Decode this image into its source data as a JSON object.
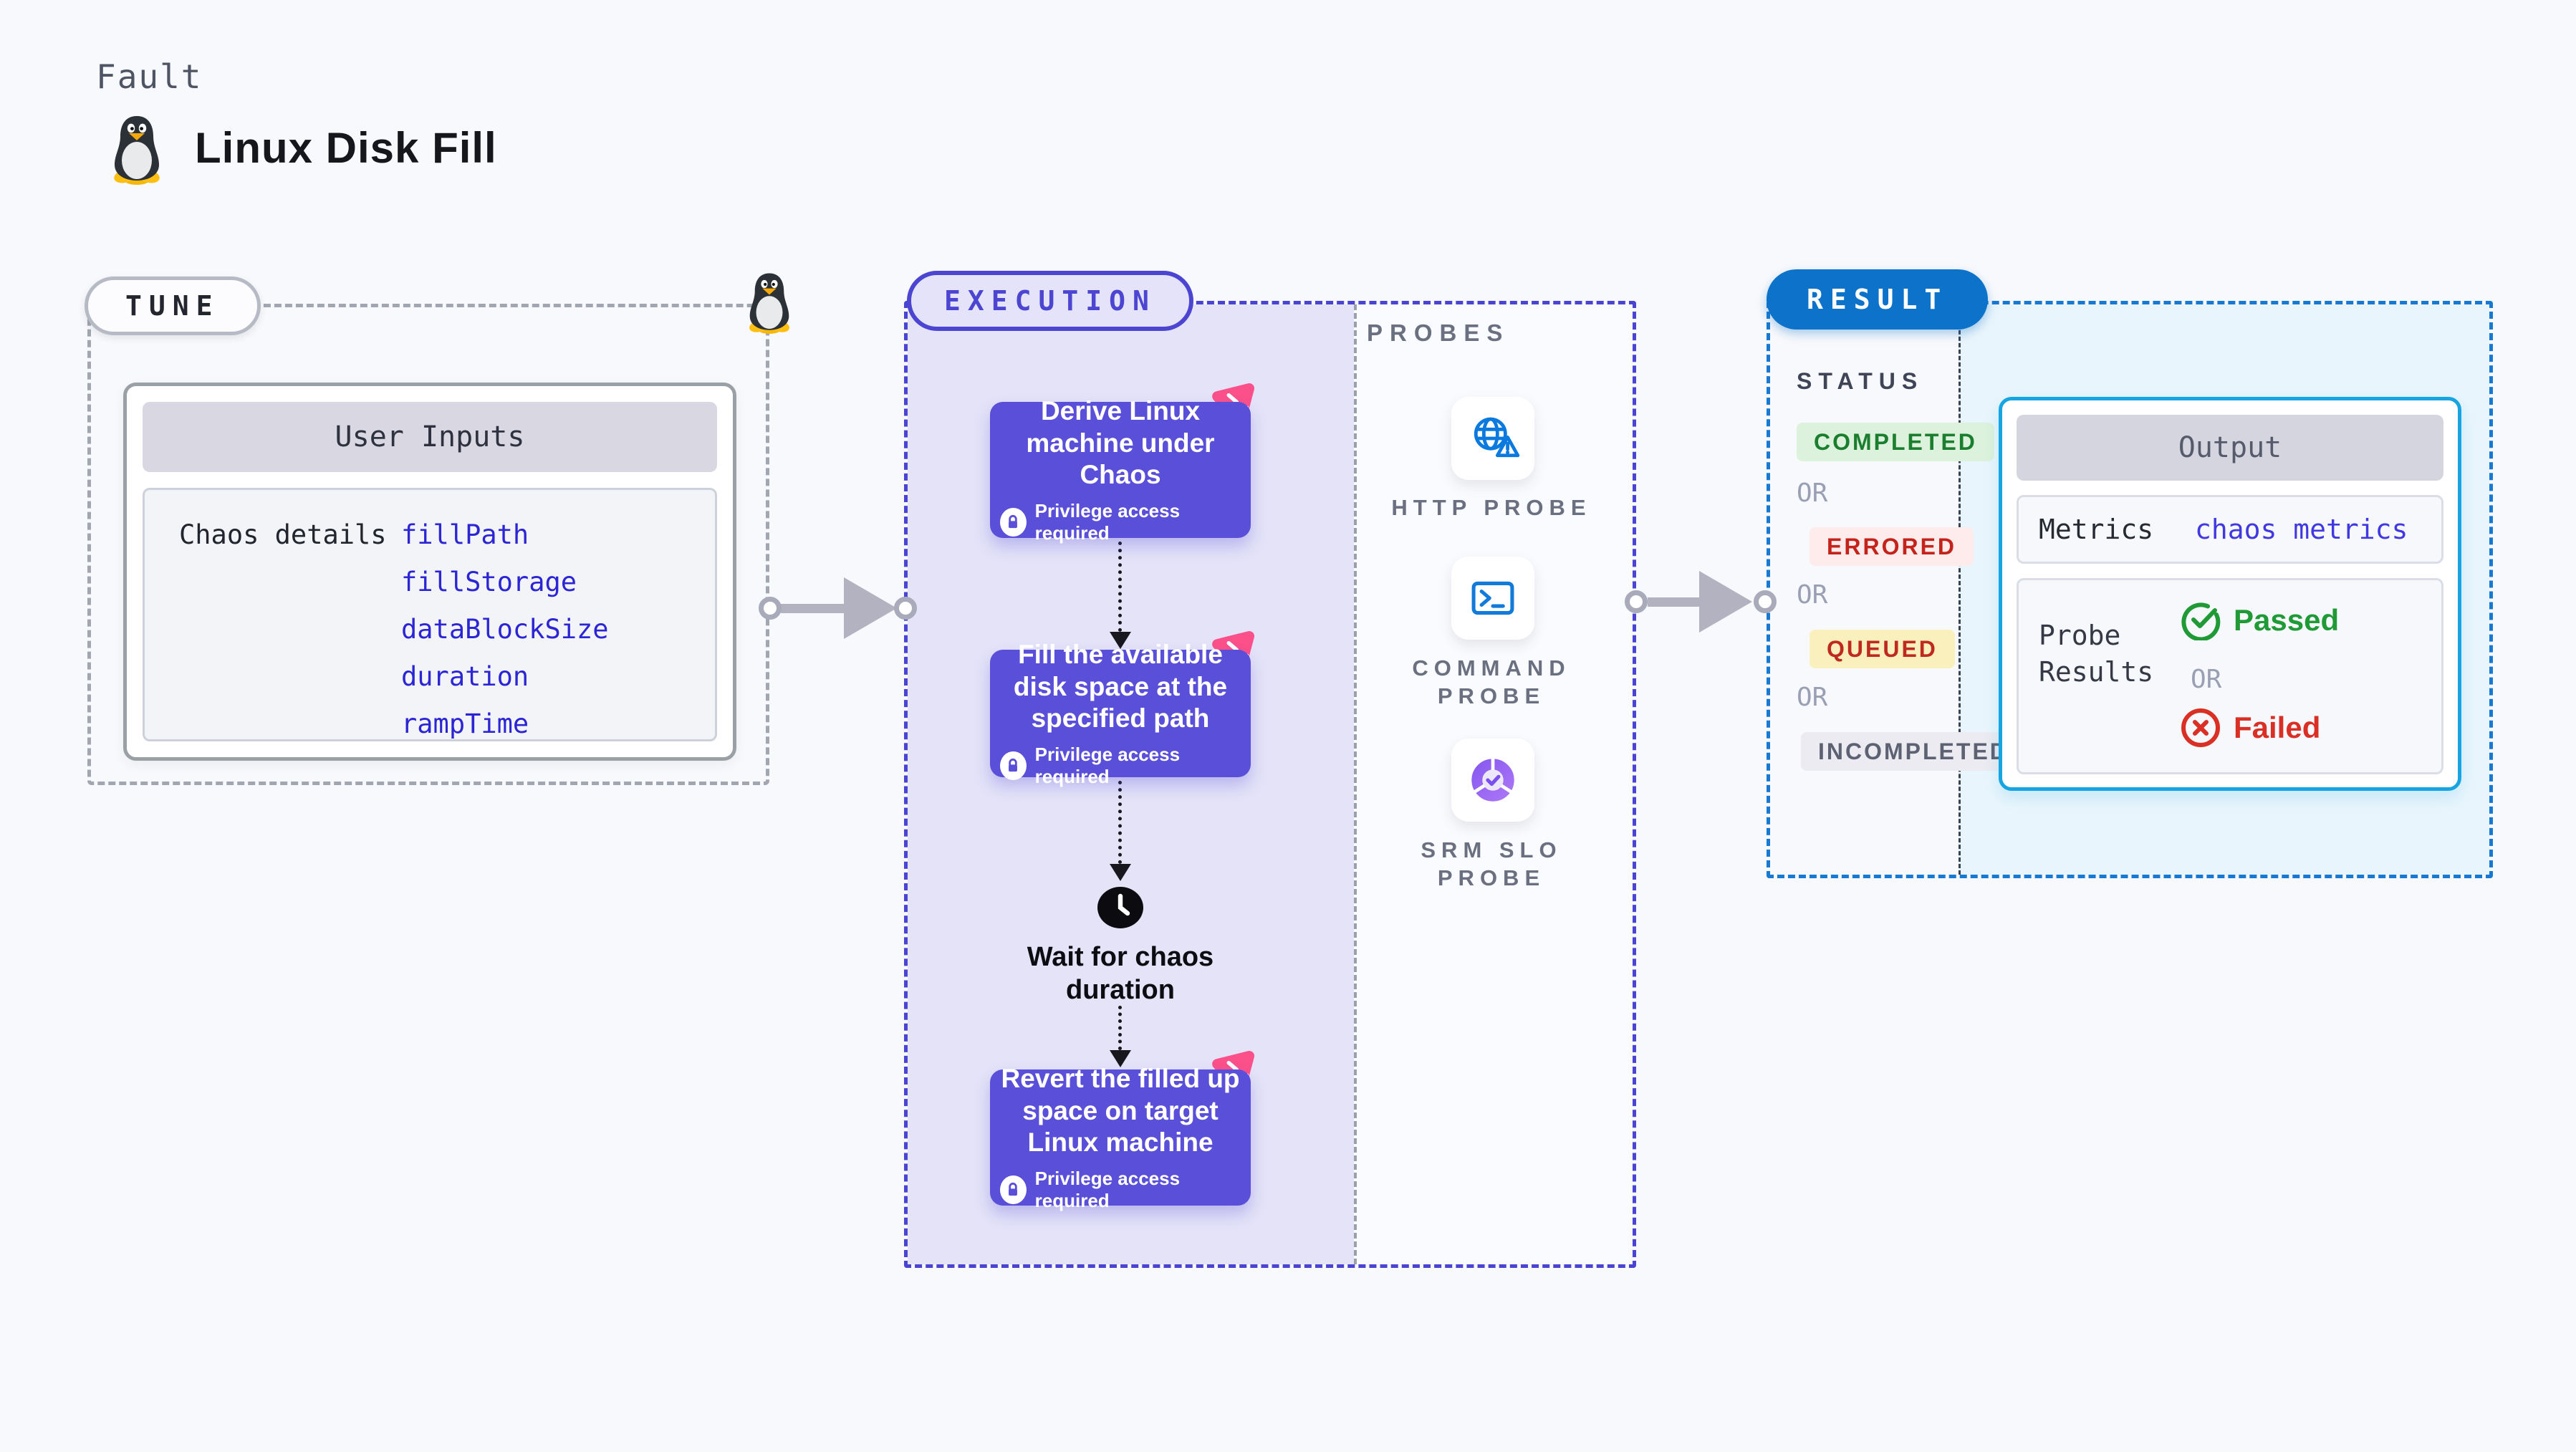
{
  "header": {
    "eyebrow": "Fault",
    "title": "Linux Disk Fill"
  },
  "colors": {
    "page_bg": "#f8f9fc",
    "accent_indigo": "#4b45d2",
    "step_purple": "#5a4fd8",
    "result_blue": "#0d72c9",
    "output_border": "#17a5e2",
    "value_blue": "#2b25d4",
    "pink_logo": "#fb5089",
    "passed_green": "#1f9a36",
    "failed_red": "#d92f24"
  },
  "tune": {
    "badge": "TUNE",
    "card_title": "User Inputs",
    "row_label": "Chaos details",
    "inputs": [
      "fillPath",
      "fillStorage",
      "dataBlockSize",
      "duration",
      "rampTime"
    ]
  },
  "execution": {
    "badge": "EXECUTION",
    "privilege_label": "Privilege access required",
    "steps": [
      {
        "title": "Derive Linux machine under Chaos"
      },
      {
        "title": "Fill the available disk space at the specified path"
      },
      {
        "title": "Revert the filled up space on target Linux machine"
      }
    ],
    "wait_label": "Wait for chaos duration"
  },
  "probes": {
    "label": "PROBES",
    "items": [
      {
        "label": "HTTP PROBE",
        "icon": "http-probe-icon"
      },
      {
        "label": "COMMAND PROBE",
        "icon": "command-probe-icon"
      },
      {
        "label": "SRM SLO PROBE",
        "icon": "srm-slo-probe-icon"
      }
    ]
  },
  "result": {
    "badge": "RESULT",
    "status_label": "STATUS",
    "or_label": "OR",
    "statuses": [
      {
        "label": "COMPLETED",
        "bg": "#ddf2dd",
        "color": "#1a7e2e"
      },
      {
        "label": "ERRORED",
        "bg": "#fdeceb",
        "color": "#c3231b"
      },
      {
        "label": "QUEUED",
        "bg": "#faf0bd",
        "color": "#bf2a1f"
      },
      {
        "label": "INCOMPLETED",
        "bg": "#ebebf1",
        "color": "#5c6272"
      }
    ],
    "output": {
      "title": "Output",
      "metrics_label": "Metrics",
      "metrics_value": "chaos metrics",
      "probe_results_label": "Probe Results",
      "passed_label": "Passed",
      "or_label": "OR",
      "failed_label": "Failed"
    }
  }
}
